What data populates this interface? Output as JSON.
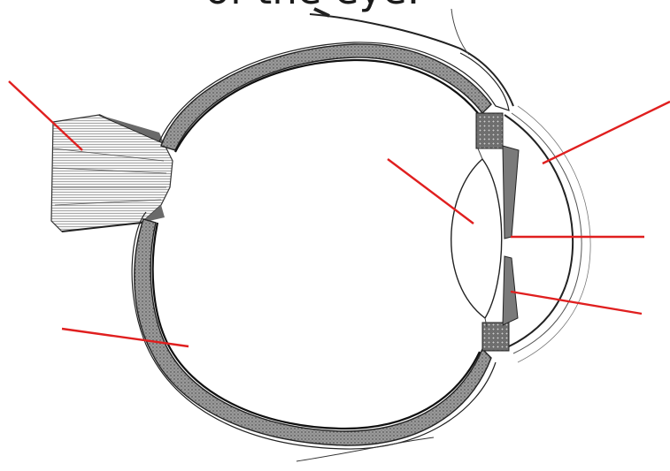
{
  "heading": {
    "visible_text": "of the eye."
  },
  "colors": {
    "pointer_lines": "#e01f1f",
    "ink": "#222222",
    "tissue_fill": "#8f8f8f",
    "background": "#ffffff"
  },
  "diagram": {
    "subject": "cross-section-of-human-eye",
    "pointer_count": 6
  }
}
